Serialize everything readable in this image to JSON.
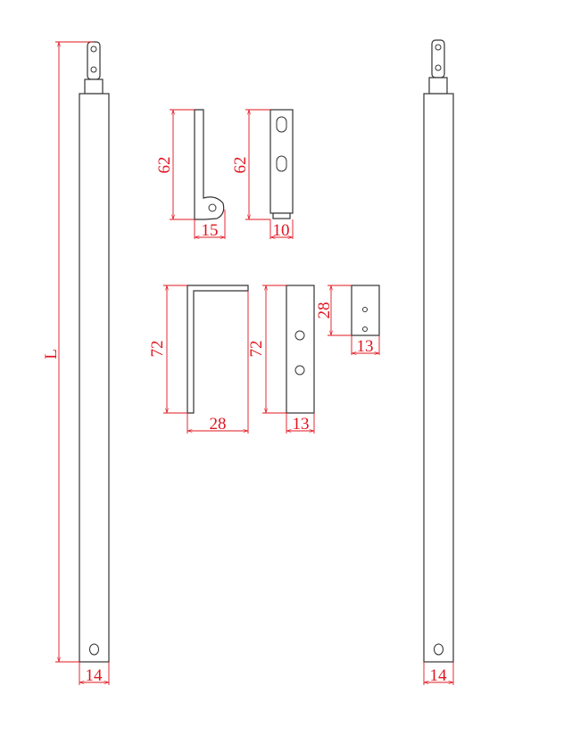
{
  "dimensions": {
    "left_rod_length": "L",
    "left_rod_width": "14",
    "right_rod_width": "14",
    "hook_height": "62",
    "hook_width": "15",
    "plate_height": "62",
    "plate_width": "10",
    "angle_bracket_height": "72",
    "angle_bracket_width": "28",
    "flat_bracket_height": "72",
    "flat_bracket_width": "13",
    "small_plate_height": "28",
    "small_plate_width": "13"
  },
  "colors": {
    "dimension": "#e0141e",
    "outline": "#333333"
  }
}
